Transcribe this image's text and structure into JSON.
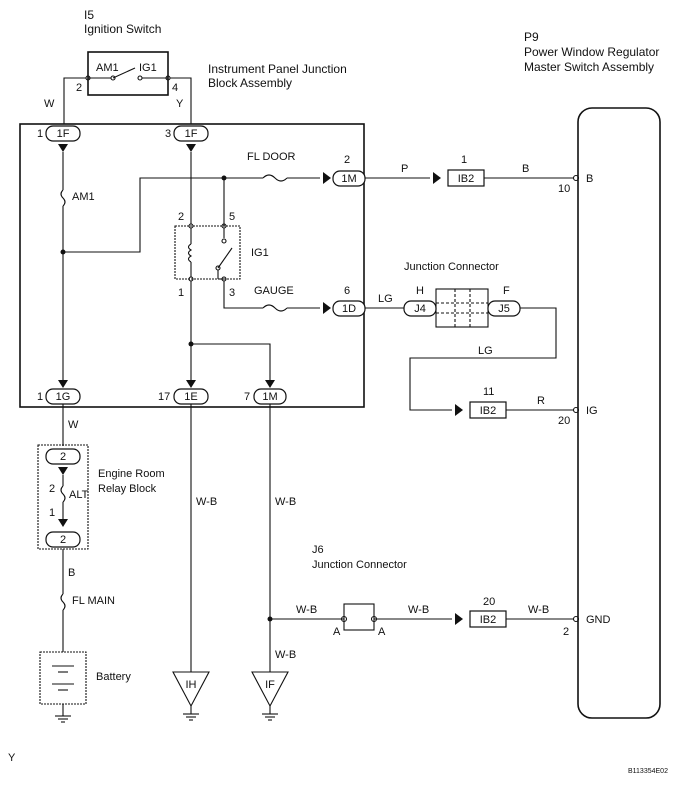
{
  "ignition_switch": {
    "id": "I5",
    "name": "Ignition Switch",
    "am1": "AM1",
    "ig1": "IG1",
    "pin_left": "2",
    "pin_right": "4"
  },
  "ij_block": {
    "line1": "Instrument Panel Junction",
    "line2": "Block Assembly"
  },
  "master_switch": {
    "id": "P9",
    "line1": "Power Window Regulator",
    "line2": "Master Switch Assembly"
  },
  "wire_colors": {
    "w_left": "W",
    "y_top": "Y",
    "p": "P",
    "b_top": "B",
    "lg_j4": "LG",
    "lg_mid": "LG",
    "r": "R",
    "w_mid": "W",
    "wb_1e": "W-B",
    "wb_1m": "W-B",
    "wb_j6a": "W-B",
    "wb_j6b": "W-B",
    "wb_ib2": "W-B",
    "wb_if": "W-B",
    "b_main": "B"
  },
  "connectors": {
    "c1f_left": "1F",
    "c1f_right": "1F",
    "c1m_top": "1M",
    "c1d": "1D",
    "c1g": "1G",
    "c1e": "1E",
    "c1m_bot": "1M",
    "ib2_top": "IB2",
    "ib2_mid": "IB2",
    "ib2_bot": "IB2",
    "j4": "J4",
    "j5": "J5",
    "er_top": "2",
    "er_bot": "2",
    "ground_ih": "IH",
    "ground_if": "IF"
  },
  "pins": {
    "p1f_l": "1",
    "p1f_r": "3",
    "p1m": "2",
    "p1d": "6",
    "p1g": "1",
    "p1e": "17",
    "p1m_b": "7",
    "relay_2": "2",
    "relay_5": "5",
    "relay_1": "1",
    "relay_3": "3",
    "ib2_t": "1",
    "ib2_m": "11",
    "ib2_b": "20",
    "ms_10": "10",
    "ms_20": "20",
    "ms_2": "2",
    "h": "H",
    "f": "F",
    "a_left": "A",
    "a_right": "A",
    "alt_2": "2",
    "alt_1": "1"
  },
  "labels": {
    "am1_fuse": "AM1",
    "fl_door": "FL DOOR",
    "ig1_relay": "IG1",
    "gauge": "GAUGE",
    "junction_connector": "Junction Connector",
    "j6_id": "J6",
    "j6_name": "Junction Connector",
    "alt": "ALT",
    "engine_room_1": "Engine Room",
    "engine_room_2": "Relay Block",
    "fl_main": "FL MAIN",
    "battery": "Battery",
    "ms_b": "B",
    "ms_ig": "IG",
    "ms_gnd": "GND",
    "footer_left": "Y",
    "footer_code": "B113354E02"
  }
}
